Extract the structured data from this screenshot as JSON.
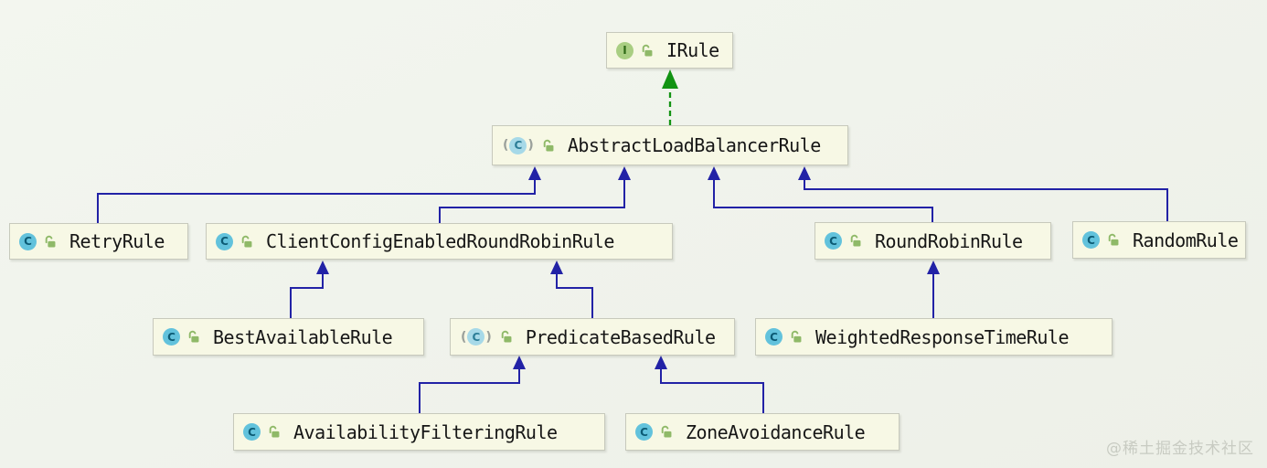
{
  "diagram": {
    "kind": "uml-class-hierarchy",
    "nodes": [
      {
        "id": "IRule",
        "label": "IRule",
        "type": "interface",
        "icon_letter": "I",
        "visibility": "public"
      },
      {
        "id": "AbstractLoadBalancerRule",
        "label": "AbstractLoadBalancerRule",
        "type": "abstract-class",
        "icon_letter": "C",
        "visibility": "public"
      },
      {
        "id": "RetryRule",
        "label": "RetryRule",
        "type": "class",
        "icon_letter": "C",
        "visibility": "public"
      },
      {
        "id": "ClientConfigEnabledRoundRobinRule",
        "label": "ClientConfigEnabledRoundRobinRule",
        "type": "class",
        "icon_letter": "C",
        "visibility": "public"
      },
      {
        "id": "RoundRobinRule",
        "label": "RoundRobinRule",
        "type": "class",
        "icon_letter": "C",
        "visibility": "public"
      },
      {
        "id": "RandomRule",
        "label": "RandomRule",
        "type": "class",
        "icon_letter": "C",
        "visibility": "public"
      },
      {
        "id": "BestAvailableRule",
        "label": "BestAvailableRule",
        "type": "class",
        "icon_letter": "C",
        "visibility": "public"
      },
      {
        "id": "PredicateBasedRule",
        "label": "PredicateBasedRule",
        "type": "abstract-class",
        "icon_letter": "C",
        "visibility": "public"
      },
      {
        "id": "WeightedResponseTimeRule",
        "label": "WeightedResponseTimeRule",
        "type": "class",
        "icon_letter": "C",
        "visibility": "public"
      },
      {
        "id": "AvailabilityFilteringRule",
        "label": "AvailabilityFilteringRule",
        "type": "class",
        "icon_letter": "C",
        "visibility": "public"
      },
      {
        "id": "ZoneAvoidanceRule",
        "label": "ZoneAvoidanceRule",
        "type": "class",
        "icon_letter": "C",
        "visibility": "public"
      }
    ],
    "edges": [
      {
        "from": "AbstractLoadBalancerRule",
        "to": "IRule",
        "relation": "implements",
        "style": "dashed-green"
      },
      {
        "from": "RetryRule",
        "to": "AbstractLoadBalancerRule",
        "relation": "extends",
        "style": "solid-blue"
      },
      {
        "from": "ClientConfigEnabledRoundRobinRule",
        "to": "AbstractLoadBalancerRule",
        "relation": "extends",
        "style": "solid-blue"
      },
      {
        "from": "RoundRobinRule",
        "to": "AbstractLoadBalancerRule",
        "relation": "extends",
        "style": "solid-blue"
      },
      {
        "from": "RandomRule",
        "to": "AbstractLoadBalancerRule",
        "relation": "extends",
        "style": "solid-blue"
      },
      {
        "from": "BestAvailableRule",
        "to": "ClientConfigEnabledRoundRobinRule",
        "relation": "extends",
        "style": "solid-blue"
      },
      {
        "from": "PredicateBasedRule",
        "to": "ClientConfigEnabledRoundRobinRule",
        "relation": "extends",
        "style": "solid-blue"
      },
      {
        "from": "WeightedResponseTimeRule",
        "to": "RoundRobinRule",
        "relation": "extends",
        "style": "solid-blue"
      },
      {
        "from": "AvailabilityFilteringRule",
        "to": "PredicateBasedRule",
        "relation": "extends",
        "style": "solid-blue"
      },
      {
        "from": "ZoneAvoidanceRule",
        "to": "PredicateBasedRule",
        "relation": "extends",
        "style": "solid-blue"
      }
    ]
  },
  "watermark": {
    "text": "@稀土掘金技术社区"
  },
  "colors": {
    "canvas-bg": "#f0f3ec",
    "node-bg": "#f7f8e5",
    "node-border": "#c7c9bc",
    "node-text": "#161616",
    "inherit-arrow": "#2222a6",
    "implement-arrow": "#129312",
    "class-icon-bg": "#62c2dc",
    "class-icon-letter": "#0b5a74",
    "abstract-icon-bg": "#a6d9e8",
    "abstract-icon-letter": "#2b7d97",
    "abstract-paren": "#9aa09b",
    "interface-icon-bg": "#a9ce82",
    "interface-icon-letter": "#2f6a17",
    "lock-icon": "#8fb968",
    "watermark": "#c8cbc2"
  }
}
